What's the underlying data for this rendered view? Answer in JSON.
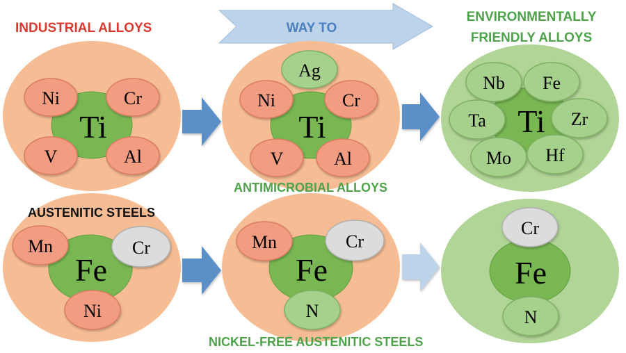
{
  "labels": {
    "industrial": "INDUSTRIAL ALLOYS",
    "way_to": "WAY TO",
    "env_line1": "ENVIRONMENTALLY",
    "env_line2": "FRIENDLY ALLOYS",
    "antimicrobial": "ANTIMICROBIAL ALLOYS",
    "austenitic": "AUSTENITIC STEELS",
    "nickel_free": "NICKEL-FREE AUSTENITIC STEELS"
  },
  "colors": {
    "outer_orange": "#f6bd94",
    "outer_green": "#b1d497",
    "core_green": "#78b752",
    "alloy_orange": "#f29c81",
    "alloy_green": "#a6d18d",
    "alloy_gray": "#dcdcdc",
    "arrow_blue": "#5a8fc8",
    "arrow_light": "#b6cfe9",
    "text_red": "#d9392f",
    "text_green": "#4ea34a"
  },
  "groups": [
    {
      "id": "ti-industrial",
      "core": "Ti",
      "elements": [
        "Ni",
        "Cr",
        "V",
        "Al"
      ]
    },
    {
      "id": "ti-antimicrobial",
      "core": "Ti",
      "elements": [
        "Ag",
        "Ni",
        "Cr",
        "V",
        "Al"
      ]
    },
    {
      "id": "ti-environmental",
      "core": "Ti",
      "elements": [
        "Nb",
        "Fe",
        "Ta",
        "Zr",
        "Mo",
        "Hf"
      ]
    },
    {
      "id": "fe-austenitic",
      "core": "Fe",
      "elements": [
        "Mn",
        "Cr",
        "Ni"
      ]
    },
    {
      "id": "fe-nickel-free",
      "core": "Fe",
      "elements": [
        "Mn",
        "Cr",
        "N"
      ]
    },
    {
      "id": "fe-environmental",
      "core": "Fe",
      "elements": [
        "Cr",
        "N"
      ]
    }
  ]
}
